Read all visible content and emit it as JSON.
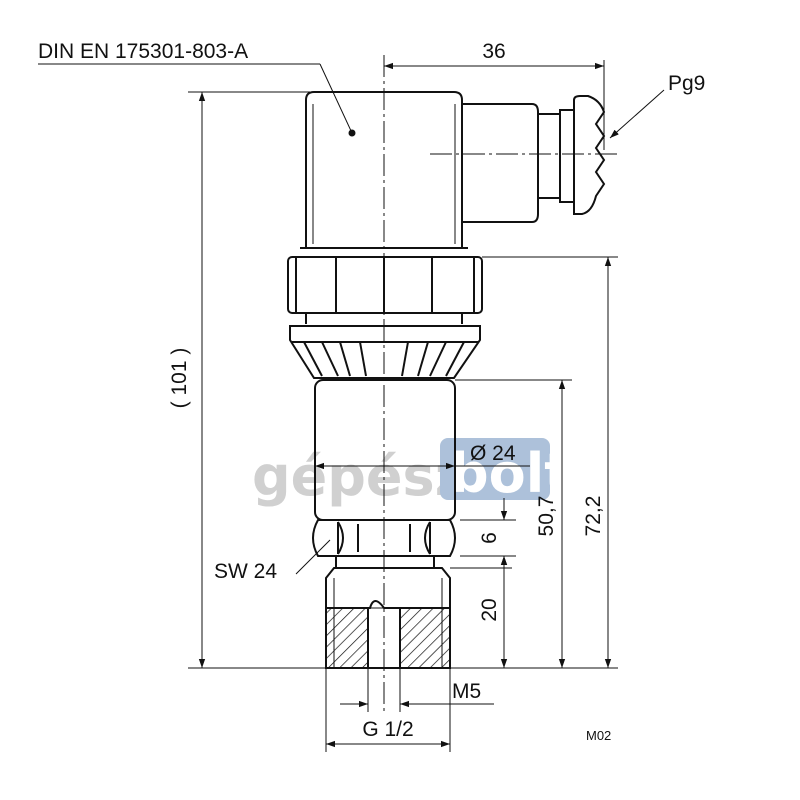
{
  "labels": {
    "connector_standard": "DIN EN 175301-803-A",
    "width_36": "36",
    "cable_gland": "Pg9",
    "total_height": "( 101 )",
    "diameter": "Ø 24",
    "height_50_7": "50,7",
    "height_72_2": "72,2",
    "hex_height": "6",
    "thread_length": "20",
    "wrench_size": "SW 24",
    "inner_thread": "M5",
    "process_thread": "G 1/2",
    "drawing_code": "M02"
  },
  "watermark": {
    "text_left": "gépész",
    "text_right": "bolt"
  },
  "colors": {
    "line": "#111111",
    "watermark_gray": "#c8c8c8",
    "watermark_blue": "#9fb7d4"
  }
}
